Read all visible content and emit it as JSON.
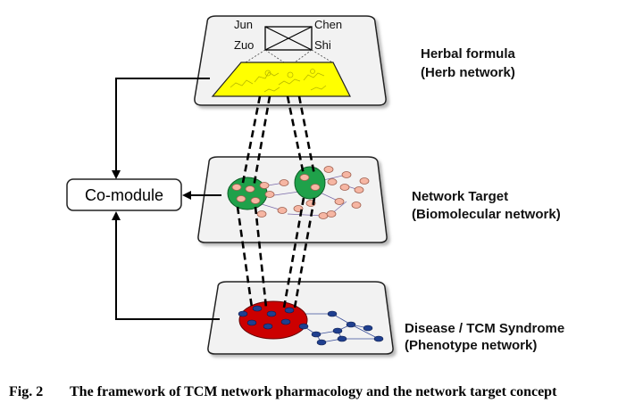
{
  "layers": {
    "herb": {
      "corners": {
        "top_left": "Jun",
        "top_right": "Chen",
        "bottom_left": "Zuo",
        "bottom_right": "Shi"
      },
      "label_line1": "Herbal formula",
      "label_line2": "(Herb network)"
    },
    "target": {
      "label_line1": "Network Target",
      "label_line2": "(Biomolecular network)"
    },
    "disease": {
      "label_line1": "Disease / TCM Syndrome",
      "label_line2": "(Phenotype network)"
    }
  },
  "comodule": {
    "label": "Co-module"
  },
  "caption": {
    "number": "Fig. 2",
    "text": "The framework of TCM network pharmacology and the network target concept"
  },
  "colors": {
    "panel_fill": "#f2f2f2",
    "herb_trapezoid": "#ffff00",
    "module_green": "#1fa14a",
    "node_salmon": "#f6b6a3",
    "disease_red": "#cc0000",
    "phenotype_node": "#1f3f8f"
  }
}
